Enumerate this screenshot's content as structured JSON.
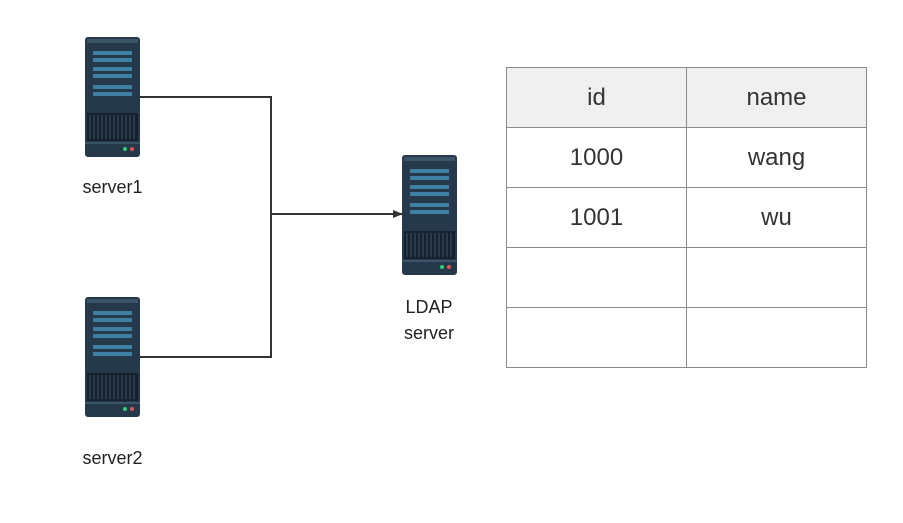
{
  "servers": [
    {
      "label": "server1"
    },
    {
      "label": "server2"
    },
    {
      "label": "LDAP\nserver"
    }
  ],
  "table": {
    "headers": [
      "id",
      "name"
    ],
    "rows": [
      [
        "1000",
        "wang"
      ],
      [
        "1001",
        "wu"
      ],
      [
        "",
        ""
      ],
      [
        "",
        ""
      ]
    ]
  },
  "colors": {
    "server_body": "#25394a",
    "server_slot": "#3e7fa3",
    "line": "#333333",
    "table_border": "#8a8a8a",
    "header_bg": "#f0f0f0"
  }
}
